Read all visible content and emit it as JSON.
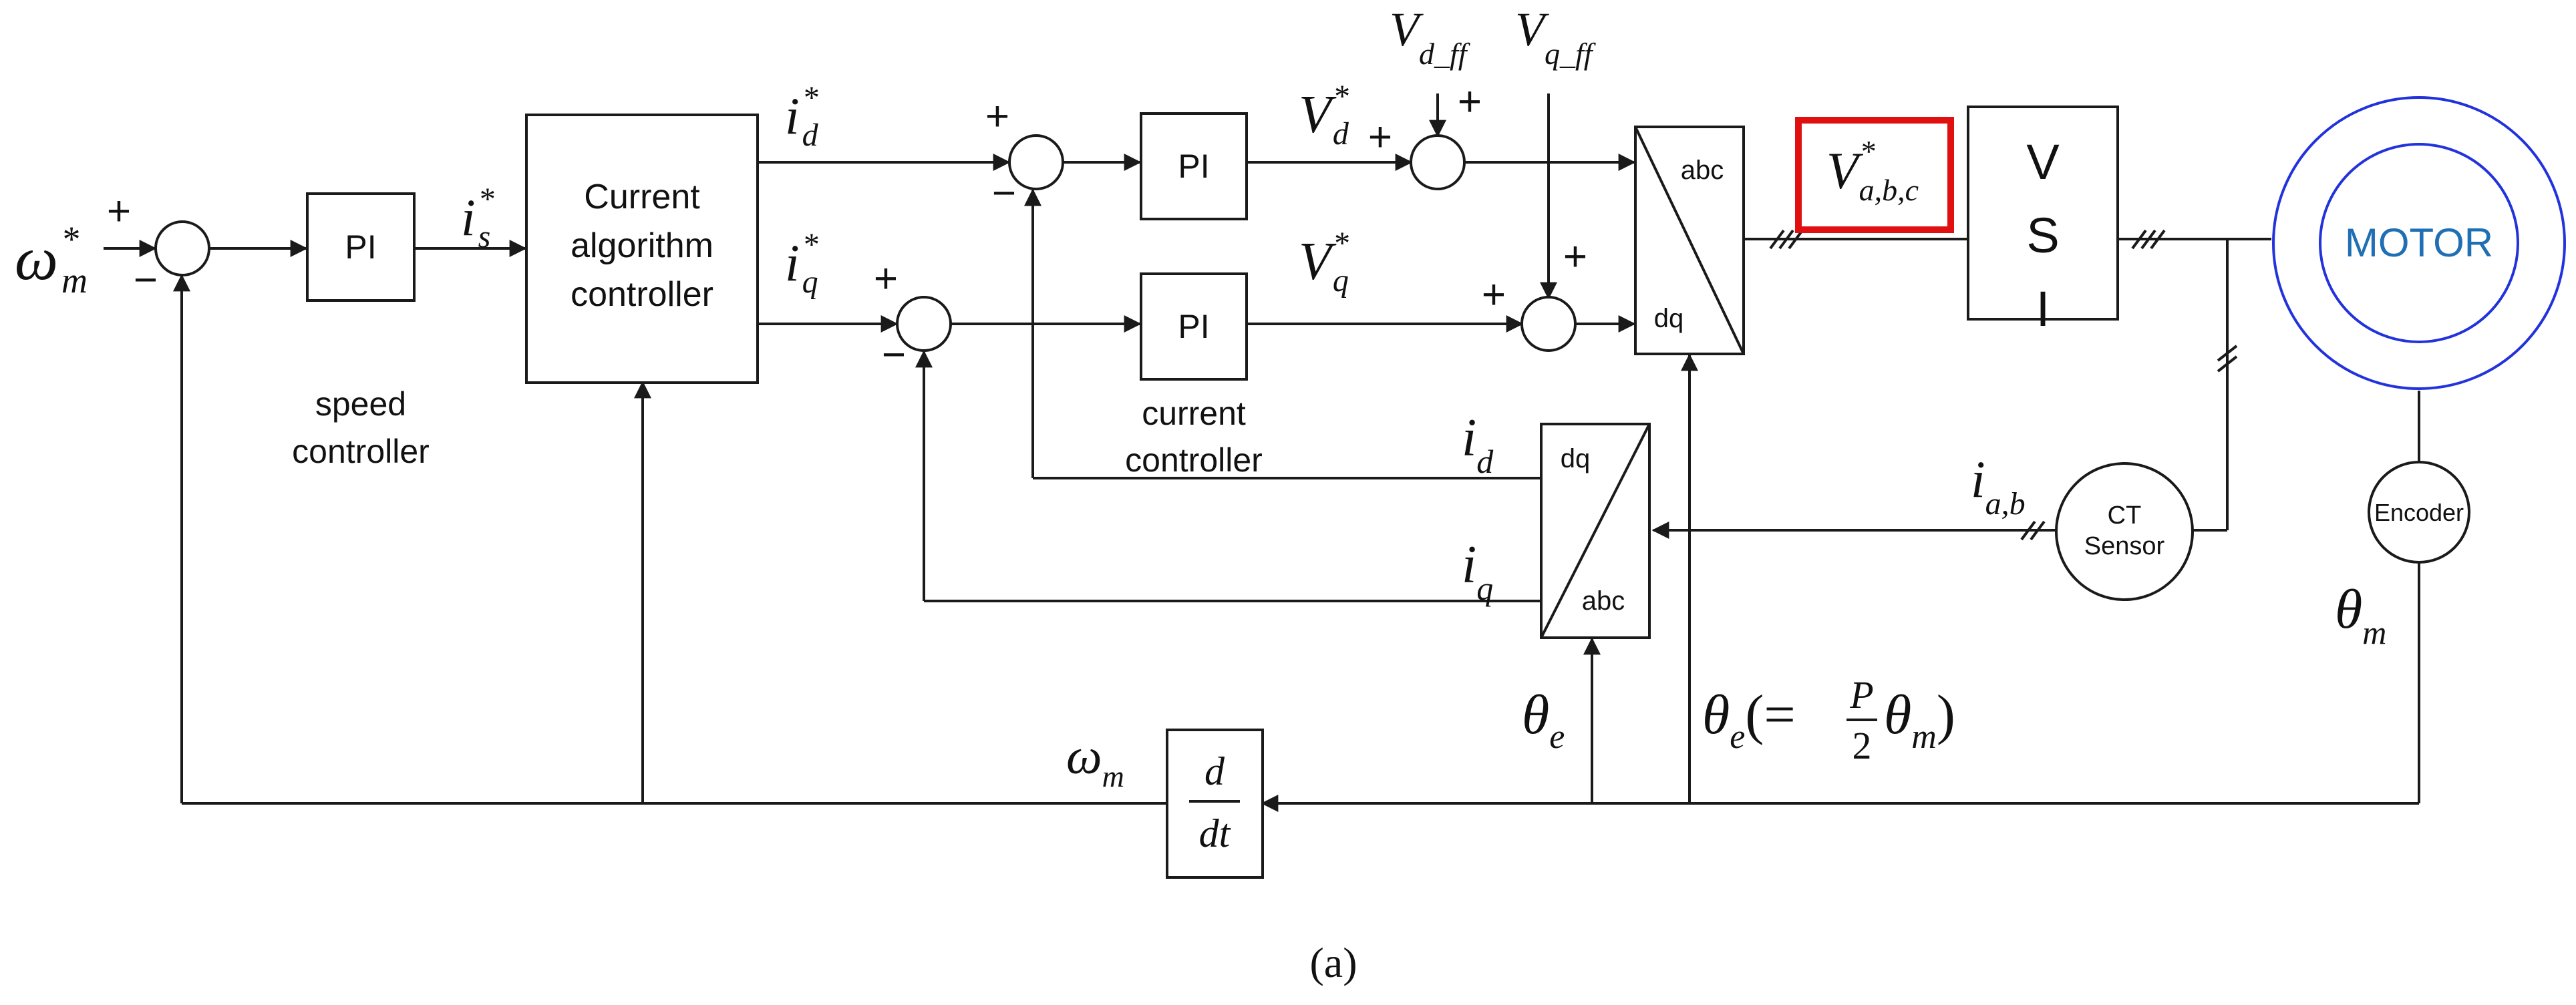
{
  "blocks": {
    "pi_speed": "PI",
    "current_algorithm": [
      "Current",
      "algorithm",
      "controller"
    ],
    "pi_d": "PI",
    "pi_q": "PI",
    "dq_abc_top": "abc",
    "dq_abc_bottom": "dq",
    "abc_dq_top": "dq",
    "abc_dq_bottom": "abc",
    "vsi": [
      "V",
      "S",
      "I"
    ],
    "motor": "MOTOR",
    "ct_sensor": [
      "CT",
      "Sensor"
    ],
    "encoder": "Encoder",
    "derivative_num": "d",
    "derivative_den": "dt"
  },
  "labels": {
    "speed_controller": [
      "speed",
      "controller"
    ],
    "current_controller": [
      "current",
      "controller"
    ],
    "plus": "+",
    "minus": "−",
    "caption": "(a)"
  },
  "signals": {
    "omega_ref": {
      "base": "ω",
      "sub": "m",
      "sup": "*"
    },
    "is_ref": {
      "base": "i",
      "sub": "s",
      "sup": "*"
    },
    "id_ref": {
      "base": "i",
      "sub": "d",
      "sup": "*"
    },
    "iq_ref": {
      "base": "i",
      "sub": "q",
      "sup": "*"
    },
    "vd_ref": {
      "base": "V",
      "sub": "d",
      "sup": "*"
    },
    "vq_ref": {
      "base": "V",
      "sub": "q",
      "sup": "*"
    },
    "vd_ff": {
      "base": "V",
      "sub": "d_ff"
    },
    "vq_ff": {
      "base": "V",
      "sub": "q_ff"
    },
    "vabc_ref": {
      "base": "V",
      "sub": "a,b,c",
      "sup": "*"
    },
    "id": {
      "base": "i",
      "sub": "d"
    },
    "iq": {
      "base": "i",
      "sub": "q"
    },
    "iab": {
      "base": "i",
      "sub": "a,b"
    },
    "theta_e": {
      "base": "θ",
      "sub": "e"
    },
    "theta_e_eq": {
      "base": "θ",
      "sub": "e",
      "open": "(=",
      "frac_num": "P",
      "frac_den": "2",
      "theta": "θ",
      "theta_sub": "m",
      "close": ")"
    },
    "theta_m": {
      "base": "θ",
      "sub": "m"
    },
    "omega_m": {
      "base": "ω",
      "sub": "m"
    }
  },
  "colors": {
    "line": "#1a1a1a",
    "motor": "#2233dd",
    "motor_text": "#1f6fb5",
    "highlight": "#e01010"
  }
}
